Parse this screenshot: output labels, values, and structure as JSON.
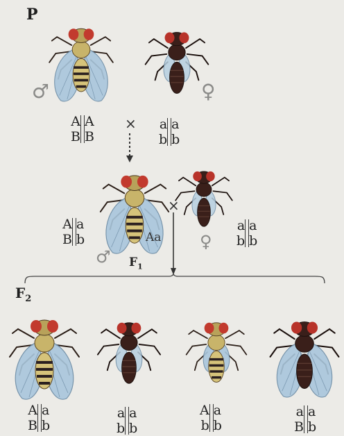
{
  "labels": {
    "p": "P",
    "f1_main": "F",
    "f1_sub": "1",
    "f2_main": "F",
    "f2_sub": "2",
    "male": "♂",
    "female": "♀",
    "cross": "×",
    "aa": "Aa"
  },
  "genotypes": {
    "p_male": {
      "tl": "A",
      "tr": "A",
      "bl": "B",
      "br": "B"
    },
    "p_female": {
      "tl": "a",
      "tr": "a",
      "bl": "b",
      "br": "b"
    },
    "f1_male": {
      "tl": "A",
      "tr": "a",
      "bl": "B",
      "br": "b"
    },
    "f1_female": {
      "tl": "a",
      "tr": "a",
      "bl": "b",
      "br": "b"
    },
    "f2_1": {
      "tl": "A",
      "tr": "a",
      "bl": "B",
      "br": "b"
    },
    "f2_2": {
      "tl": "a",
      "tr": "a",
      "bl": "b",
      "br": "b"
    },
    "f2_3": {
      "tl": "A",
      "tr": "a",
      "bl": "b",
      "br": "b"
    },
    "f2_4": {
      "tl": "a",
      "tr": "a",
      "bl": "B",
      "br": "b"
    }
  },
  "colors": {
    "body_light": "#c8b46a",
    "body_dark": "#3a1f1a",
    "eye": "#c23a2e",
    "wing": "#a9c6dc",
    "stripe": "#2b2020"
  }
}
